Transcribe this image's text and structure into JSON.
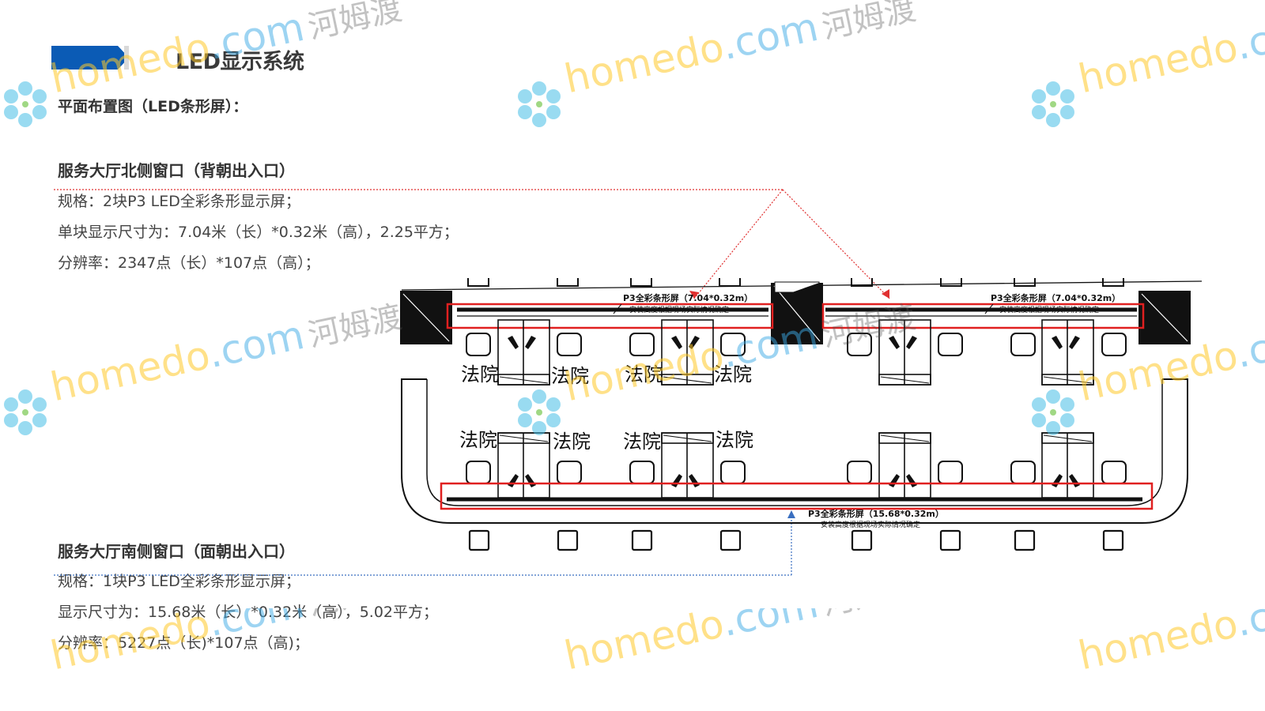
{
  "page_title": "LED显示系统",
  "subtitle": "平面布置图（LED条形屏）：",
  "north": {
    "title": "服务大厅北侧窗口（背朝出入口）",
    "spec1": "规格：2块P3 LED全彩条形显示屏；",
    "spec2": "单块显示尺寸为：7.04米（长）*0.32米（高），2.25平方；",
    "spec3": "分辨率：2347点（长）*107点（高）；"
  },
  "south": {
    "title": "服务大厅南侧窗口（面朝出入口）",
    "spec1": "规格：1块P3 LED全彩条形显示屏；",
    "spec2": "显示尺寸为：15.68米（长）*0.32米（高），5.02平方；",
    "spec3": "分辨率：5227点（长)*107点（高)；"
  },
  "plan": {
    "north_screen_label": "P3全彩条形屏（7.04*0.32m）",
    "north_screen_note": "安装高度根据现场实际情况确定",
    "south_screen_label": "P3全彩条形屏（15.68*0.32m）",
    "south_screen_note": "安装高度根据现场实际情况确定",
    "desk_label": "法院"
  },
  "watermark": {
    "brand": "homedo",
    "domain": ".com",
    "cn": "河姆渡"
  },
  "colors": {
    "accent_blue": "#0b5bb5",
    "highlight_red": "#e02020",
    "pointer_red": "#e03030",
    "pointer_blue": "#3a6fc0",
    "drawing": "#111111"
  }
}
